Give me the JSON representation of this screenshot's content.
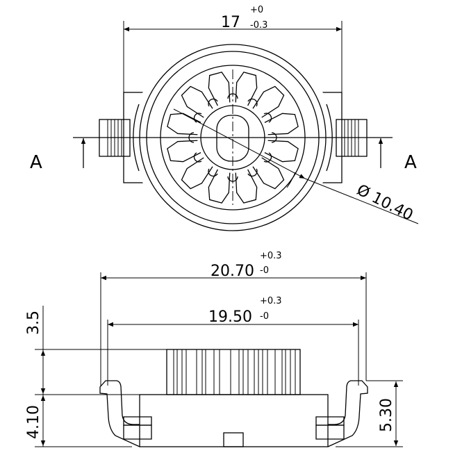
{
  "top_view": {
    "width_dim": {
      "value": "17",
      "tol_upper": "+0",
      "tol_lower": "-0.3"
    },
    "diameter_dim": {
      "value": "Ø 10.40"
    },
    "section_label_left": "A",
    "section_label_right": "A"
  },
  "side_view": {
    "outer_width_dim": {
      "value": "20.70",
      "tol_upper": "+0.3",
      "tol_lower": "-0"
    },
    "inner_width_dim": {
      "value": "19.50",
      "tol_upper": "+0.3",
      "tol_lower": "-0"
    },
    "gear_height_dim": "3.5",
    "body_height_dim": "4.10",
    "total_height_dim": "5.30"
  },
  "colors": {
    "line": "#000000",
    "background": "#ffffff"
  }
}
